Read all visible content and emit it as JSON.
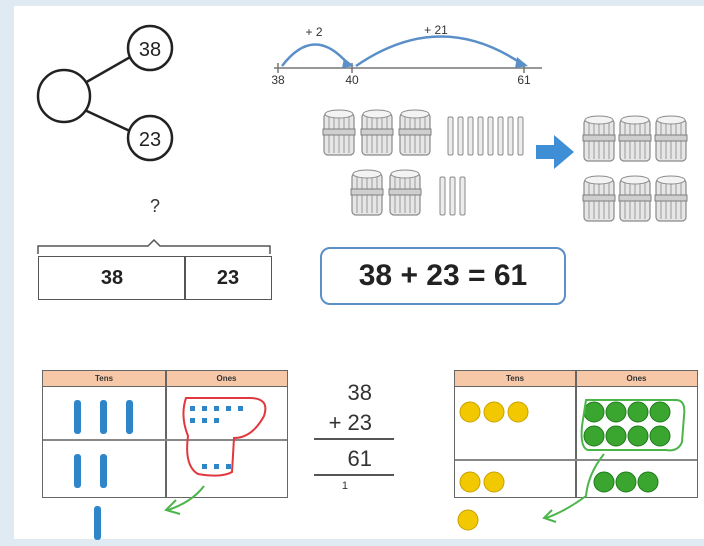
{
  "part_whole": {
    "part_top": "38",
    "part_bottom": "23"
  },
  "number_line": {
    "start": "38",
    "mid": "40",
    "end": "61",
    "jump1": "+ 2",
    "jump2": "+ 21"
  },
  "bar_model": {
    "question": "?",
    "left": "38",
    "right": "23"
  },
  "equation": "38 + 23 = 61",
  "place_value_left": {
    "tens_header": "Tens",
    "ones_header": "Ones"
  },
  "column_addition": {
    "top": "38",
    "second": "+ 23",
    "result": "61",
    "carry": "1"
  },
  "place_value_right": {
    "tens_header": "Tens",
    "ones_header": "Ones"
  },
  "colors": {
    "accent_blue": "#5b8fc8",
    "arrow_blue": "#3f8fd6",
    "header_orange": "#f7c8a8",
    "counter_yellow": "#f2c800",
    "counter_green": "#3aa62f",
    "loop_red": "#e0383e",
    "arrow_green": "#4cb54a"
  }
}
